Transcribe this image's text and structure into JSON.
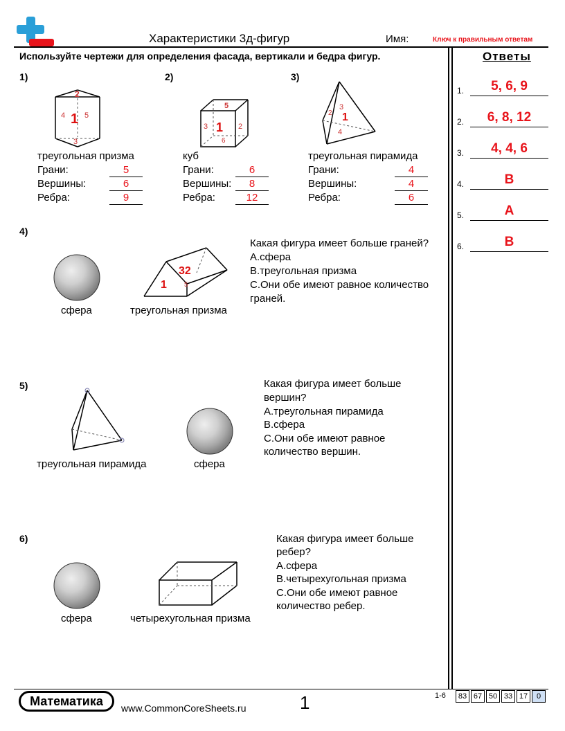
{
  "header": {
    "title": "Характеристики 3д-фигур",
    "name_label": "Имя:",
    "key_label": "Ключ к правильным ответам",
    "instructions": "Используйте чертежи для определения фасада, вертикали и бедра фигур."
  },
  "answers": {
    "title": "Ответы",
    "items": [
      {
        "num": "1.",
        "value": "5, 6, 9"
      },
      {
        "num": "2.",
        "value": "6, 8, 12"
      },
      {
        "num": "3.",
        "value": "4, 4, 6"
      },
      {
        "num": "4.",
        "value": "B"
      },
      {
        "num": "5.",
        "value": "A"
      },
      {
        "num": "6.",
        "value": "B"
      }
    ]
  },
  "shapes": [
    {
      "num": "1)",
      "name": "треугольная призма",
      "faces_label": "Грани:",
      "faces": "5",
      "vertices_label": "Вершины:",
      "vertices": "6",
      "edges_label": "Ребра:",
      "edges": "9"
    },
    {
      "num": "2)",
      "name": "куб",
      "faces_label": "Грани:",
      "faces": "6",
      "vertices_label": "Вершины:",
      "vertices": "8",
      "edges_label": "Ребра:",
      "edges": "12"
    },
    {
      "num": "3)",
      "name": "треугольная пирамида",
      "faces_label": "Грани:",
      "faces": "4",
      "vertices_label": "Вершины:",
      "vertices": "4",
      "edges_label": "Ребра:",
      "edges": "6"
    }
  ],
  "q4": {
    "num": "4)",
    "caption_a": "сфера",
    "caption_b": "треугольная призма",
    "question": "Какая фигура имеет больше граней?",
    "options": [
      "A.сфера",
      "B.треугольная призма",
      "C.Они обе имеют равное количество",
      "граней."
    ]
  },
  "q5": {
    "num": "5)",
    "caption_a": "треугольная пирамида",
    "caption_b": "сфера",
    "question": [
      "Какая фигура имеет больше",
      "вершин?"
    ],
    "options": [
      "A.треугольная пирамида",
      "B.сфера",
      "C.Они обе имеют равное",
      "количество вершин."
    ]
  },
  "q6": {
    "num": "6)",
    "caption_a": "сфера",
    "caption_b": "четырехугольная призма",
    "question": [
      "Какая фигура имеет больше",
      "ребер?"
    ],
    "options": [
      "A.сфера",
      "B.четырехугольная призма",
      "C.Они обе имеют равное",
      "количество ребер."
    ]
  },
  "footer": {
    "brand": "Математика",
    "site": "www.CommonCoreSheets.ru",
    "page": "1",
    "score_range": "1-6",
    "scores": [
      "83",
      "67",
      "50",
      "33",
      "17",
      "0"
    ]
  },
  "colors": {
    "accent_red": "#e8141b",
    "logo_blue": "#2a9fd8",
    "score_highlight": "#cfe0f5"
  }
}
